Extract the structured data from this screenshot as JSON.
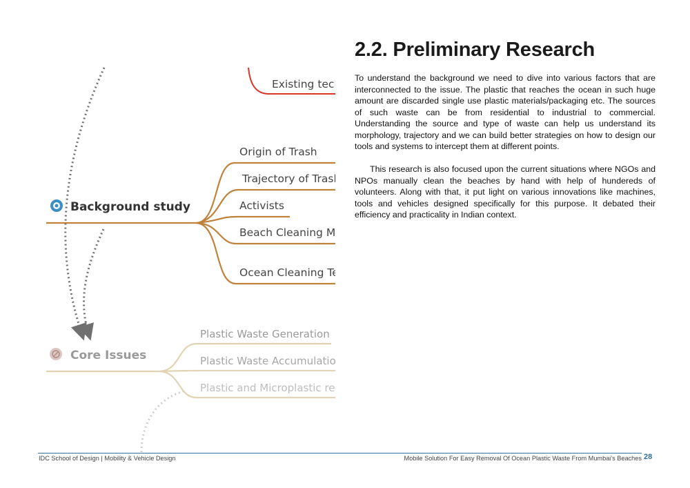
{
  "page": {
    "title": "2.2. Preliminary Research",
    "paragraphs": [
      "To understand the background we need to dive into various factors that are interconnected to the issue. The plastic that reaches the ocean in such huge amount are discarded single use plastic materials/packaging etc. The sources of such waste can be from residential to industrial to commercial. Understanding the source and type of waste can help us understand its morphology, trajectory and we can build better strategies on how to design our tools and systems to intercept them at different points.",
      "This research is also focused upon the current situations where NGOs and NPOs manually clean the beaches by hand with help of hundereds of volunteers. Along with that, it put light on various innovations like machines, tools and vehicles designed specifically for this purpose. It debated their efficiency and practicality in Indian context."
    ]
  },
  "mindmap": {
    "top_branch": {
      "label": "Existing tech",
      "color": "#d9342b"
    },
    "background_study": {
      "label": "Background study",
      "color": "#c0823a",
      "icon": "target-icon",
      "children": [
        "Origin of Trash",
        "Trajectory of Trash",
        "Activists",
        "Beach Cleaning Ma",
        "Ocean Cleaning Tec"
      ]
    },
    "core_issues": {
      "label": "Core Issues",
      "color": "#e2d3b2",
      "icon": "no-entry-icon",
      "children": [
        "Plastic Waste Generation",
        "Plastic Waste Accumulatio",
        "Plastic and Microplastic rem"
      ]
    }
  },
  "footer": {
    "left": "IDC School of Design | Mobility & Vehicle Design",
    "right": "Mobile Solution For Easy Removal Of Ocean Plastic Waste From Mumbai's Beaches",
    "page_number": "28",
    "accent": "#2f6e9e"
  }
}
